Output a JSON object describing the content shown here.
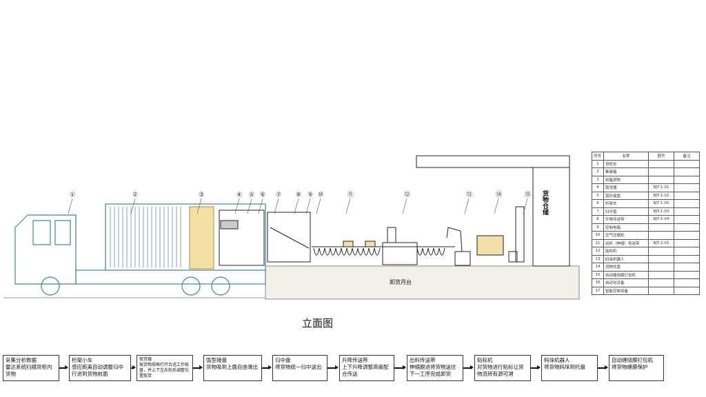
{
  "callouts": [
    "①",
    "②",
    "③",
    "④",
    "⑤",
    "⑥",
    "⑦",
    "⑧",
    "⑨",
    "⑩",
    "⑪",
    "⑫",
    "⑬",
    "⑭",
    "⑮"
  ],
  "warehouse_label": "货物仓储",
  "dock_label": "卸货月台",
  "view_title": "立面图",
  "table": {
    "headers": [
      "序号",
      "名称",
      "图号",
      "备注"
    ],
    "rows": [
      [
        "1",
        "货柜车",
        "",
        ""
      ],
      [
        "2",
        "集装箱",
        "",
        ""
      ],
      [
        "3",
        "纸箱货物",
        "",
        ""
      ],
      [
        "4",
        "取货器",
        "BJT-1-01",
        ""
      ],
      [
        "5",
        "弧形接盘",
        "BJT-1-02",
        ""
      ],
      [
        "6",
        "桁架车",
        "BJT-1-05",
        ""
      ],
      [
        "7",
        "归中盘",
        "BJT-1-03",
        ""
      ],
      [
        "8",
        "升降传送带",
        "BJT-1-04",
        ""
      ],
      [
        "9",
        "控制电箱",
        "",
        ""
      ],
      [
        "10",
        "空气压缩机",
        "",
        ""
      ],
      [
        "11",
        "出料（伸缩）传送带",
        "BJT-2-01",
        ""
      ],
      [
        "12",
        "贴标机",
        "",
        ""
      ],
      [
        "13",
        "码垛机器人",
        "",
        ""
      ],
      [
        "14",
        "货物托盘",
        "",
        ""
      ],
      [
        "15",
        "自动缠绕膜打包机",
        "",
        ""
      ],
      [
        "16",
        "自动化设备",
        "",
        ""
      ],
      [
        "17",
        "智能控制设备",
        "",
        ""
      ]
    ]
  },
  "flow": [
    {
      "title": "采集分析数据",
      "desc": "雷达系统扫描货柜内货物"
    },
    {
      "title": "桁架小车",
      "desc": "感应距离自动调整归中行进到货物前面"
    },
    {
      "title": "取货器",
      "desc": "按货物规格打开合适工作吸盘，并上下左右前后调整位置取货"
    },
    {
      "title": "弧型接盘",
      "desc": "货物吸到上面自由滑出"
    },
    {
      "title": "归中盘",
      "desc": "将货物统一归中送出"
    },
    {
      "title": "升降传送带",
      "desc": "上下升降调整高度配合传送"
    },
    {
      "title": "出料传送带",
      "desc": "伸缩跟进将货物送往下一工序完成卸货"
    },
    {
      "title": "贴标机",
      "desc": "对货物进行贴标让货物流转有源可溯"
    },
    {
      "title": "码垛机器人",
      "desc": "将货物码垛到托盘"
    },
    {
      "title": "自动缠绕膜打包机",
      "desc": "将货物缠膜保护"
    }
  ]
}
